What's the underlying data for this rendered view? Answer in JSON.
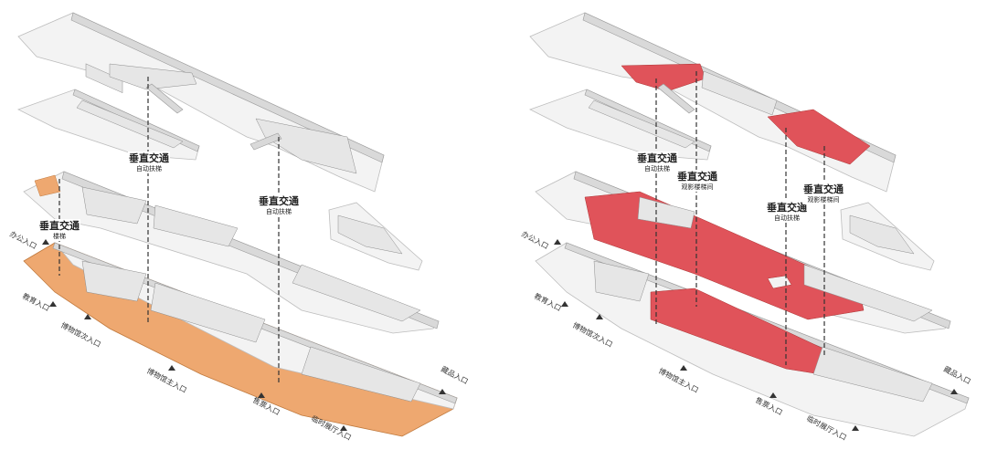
{
  "colors": {
    "slab": "#f3f3f3",
    "wall": "#d9d9d9",
    "orange_highlight": "#eea870",
    "red_highlight": "#e0535a",
    "line": "#333333"
  },
  "left_diagram": {
    "vertical_labels": [
      {
        "title": "垂直交通",
        "sub": "自动扶梯"
      },
      {
        "title": "垂直交通",
        "sub": "自动扶梯"
      },
      {
        "title": "垂直交通",
        "sub": "楼梯"
      }
    ],
    "entrances": [
      "办公入口",
      "教育入口",
      "博物馆次入口",
      "博物馆主入口",
      "售票入口",
      "临时展厅入口",
      "藏品入口"
    ]
  },
  "right_diagram": {
    "vertical_labels": [
      {
        "title": "垂直交通",
        "sub": "自动扶梯"
      },
      {
        "title": "垂直交通",
        "sub": "观影楼梯间"
      },
      {
        "title": "垂直交通",
        "sub": "自动扶梯"
      },
      {
        "title": "垂直交通",
        "sub": "观影楼梯间"
      }
    ],
    "entrances": [
      "办公入口",
      "教育入口",
      "博物馆次入口",
      "博物馆主入口",
      "售票入口",
      "临时展厅入口",
      "藏品入口"
    ]
  }
}
